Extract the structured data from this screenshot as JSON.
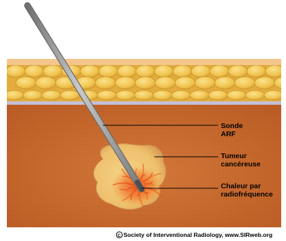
{
  "labels": {
    "probe_line1": "Sonde",
    "probe_line2": "ARF",
    "tumor_line1": "Tumeur",
    "tumor_line2": "cancéreuse",
    "heat_line1": "Chaleur par",
    "heat_line2": "radiofréquence"
  },
  "credit": "Society of Interventional Radiology, www.SIRweb.org",
  "credit_symbol": "©",
  "colors": {
    "skin_top": "#f2c08a",
    "fat": "#f0c24e",
    "fat_border": "#c99a2a",
    "membrane": "#b9b7cf",
    "muscle": "#c96a2c",
    "muscle_dark": "#a84f1c",
    "tumor": "#f2c06a",
    "heat": "#e8551a",
    "probe": "#8a8a8a",
    "probe_tip": "#555555",
    "leader": "#000000"
  }
}
